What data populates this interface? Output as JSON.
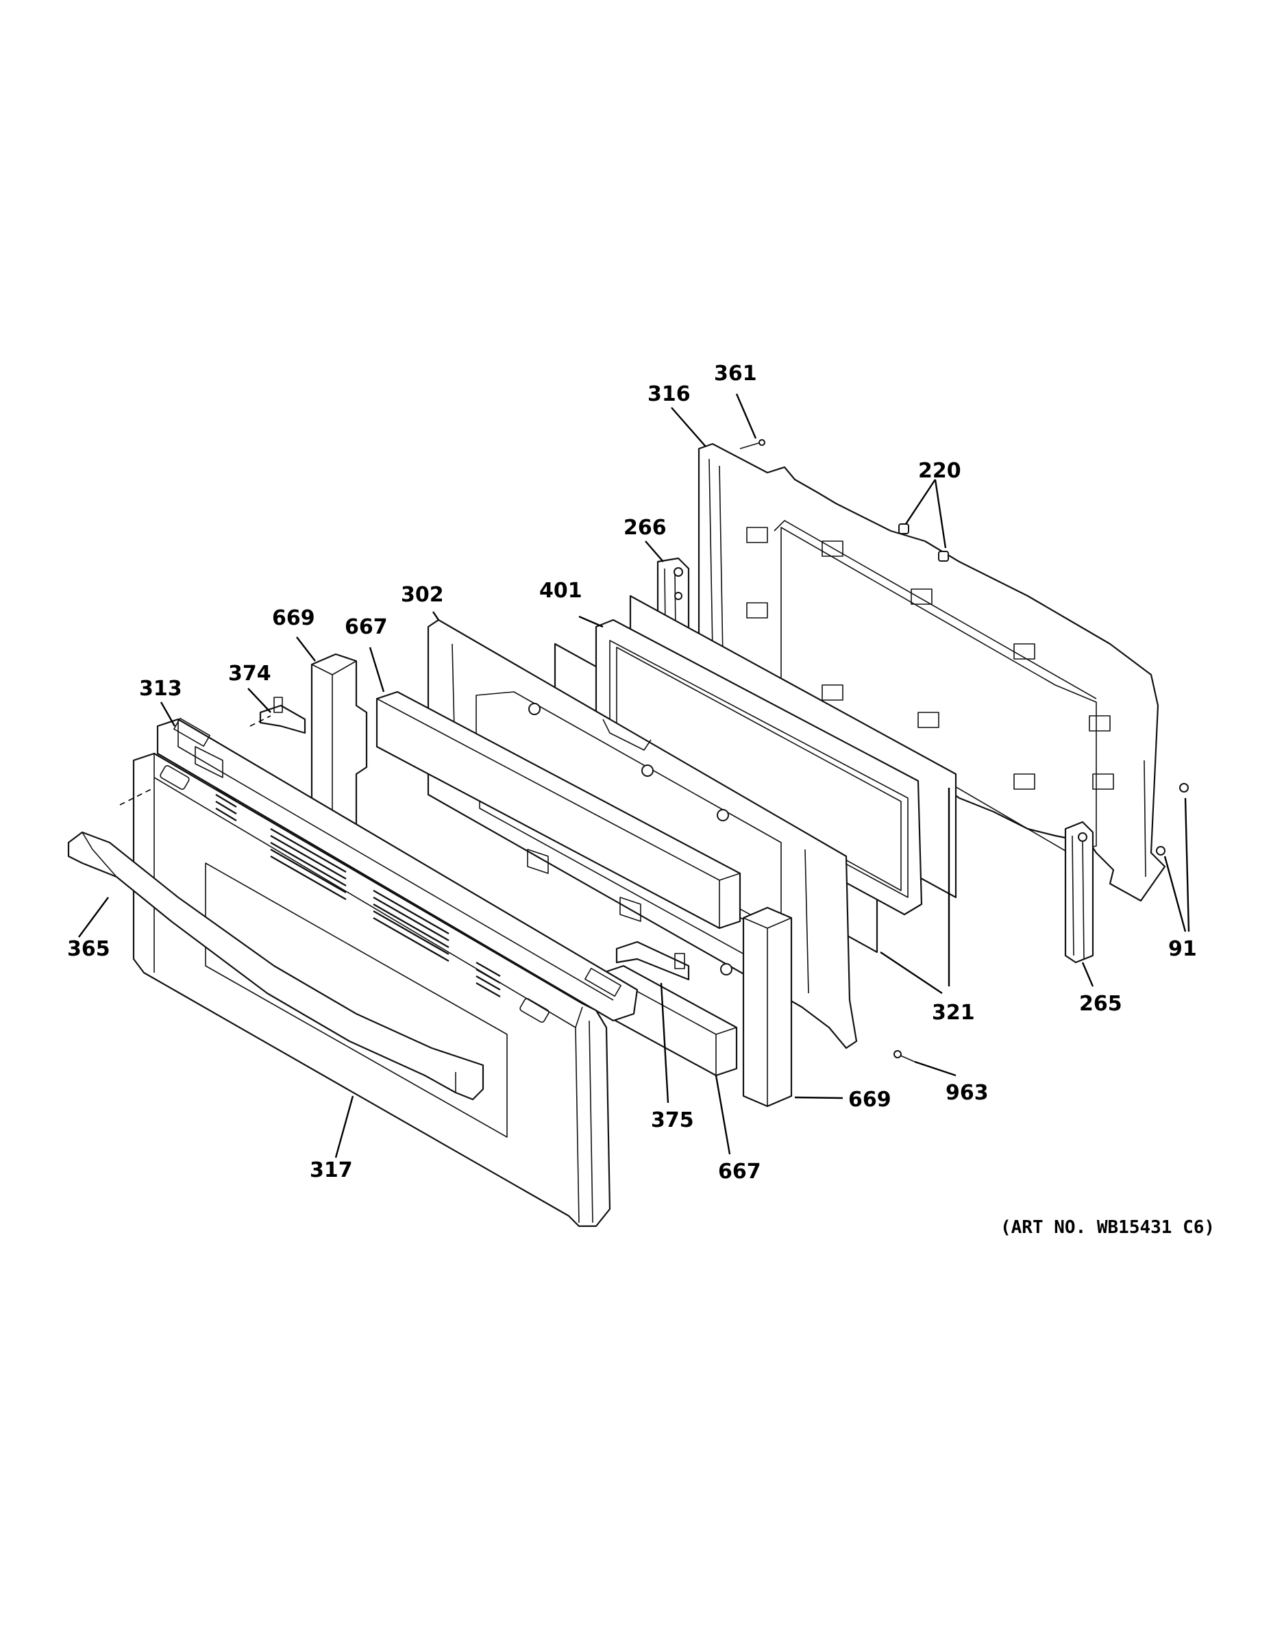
{
  "art_number": "(ART NO. WB15431 C6)",
  "callouts": {
    "c361": "361",
    "c316": "316",
    "c220": "220",
    "c266": "266",
    "c401": "401",
    "c302": "302",
    "c669a": "669",
    "c667a": "667",
    "c374": "374",
    "c313": "313",
    "c365": "365",
    "c91": "91",
    "c321": "321",
    "c265": "265",
    "c963": "963",
    "c669b": "669",
    "c375": "375",
    "c667b": "667",
    "c317": "317"
  }
}
